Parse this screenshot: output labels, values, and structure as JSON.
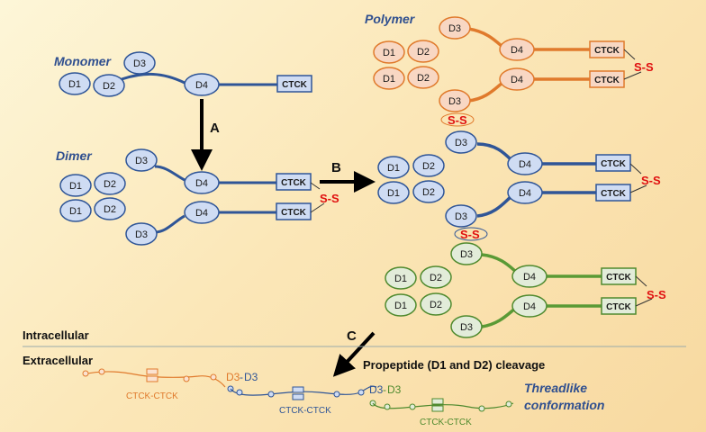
{
  "labels": {
    "monomer": "Monomer",
    "dimer": "Dimer",
    "polymer": "Polymer",
    "step_a": "A",
    "step_b": "B",
    "step_c": "C",
    "intracellular": "Intracellular",
    "extracellular": "Extracellular",
    "cleavage": "Propeptide (D1 and D2) cleavage",
    "threadlike_1": "Threadlike",
    "threadlike_2": "conformation"
  },
  "domains": {
    "d1": "D1",
    "d2": "D2",
    "d3": "D3",
    "d4": "D4",
    "ctck": "CTCK"
  },
  "bonds": {
    "ss": "S-S",
    "ctck_ctck": "CTCK-CTCK",
    "d3_d3_left": "D3",
    "d3_d3_dash": "-",
    "d3_d3_right": "D3"
  },
  "colors": {
    "blue_fill": "#cfdcf3",
    "blue_stroke": "#2f5597",
    "blue_line": "#2f5597",
    "orange_fill": "#f8d7c3",
    "orange_stroke": "#e07a2c",
    "orange_line": "#e07a2c",
    "green_fill": "#e2ecd9",
    "green_stroke": "#4f8a2e",
    "green_line": "#5a9a35",
    "ss_red": "#e01010"
  }
}
